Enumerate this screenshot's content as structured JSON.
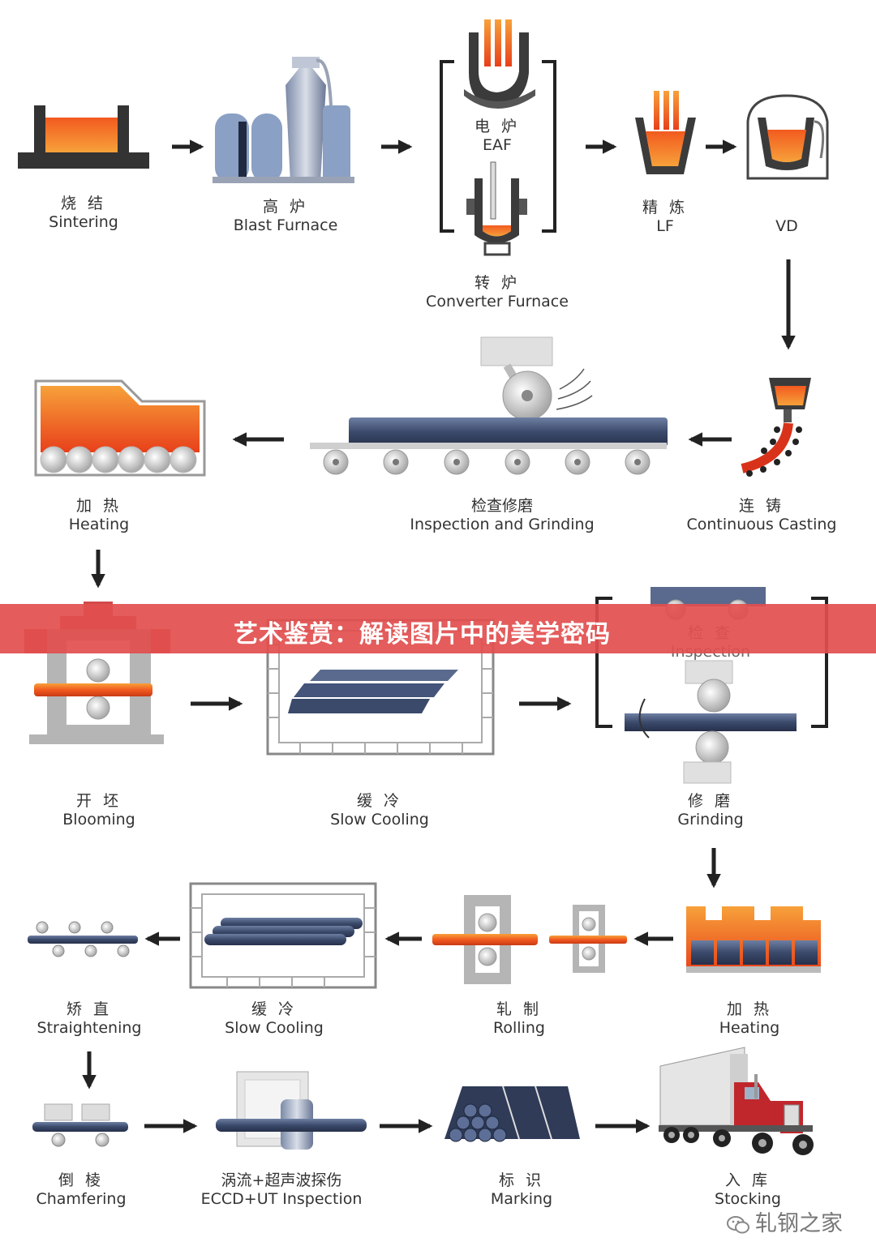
{
  "banner": {
    "title": "艺术鉴赏：解读图片中的美学密码"
  },
  "watermark": {
    "text": "轧钢之家"
  },
  "steps": {
    "sintering": {
      "cn": "烧 结",
      "en": "Sintering"
    },
    "blast_furnace": {
      "cn": "高 炉",
      "en": "Blast Furnace"
    },
    "eaf": {
      "cn": "电 炉",
      "en": "EAF"
    },
    "converter": {
      "cn": "转 炉",
      "en": "Converter Furnace"
    },
    "lf": {
      "cn": "精 炼",
      "en": "LF"
    },
    "vd": {
      "en": "VD"
    },
    "continuous_casting": {
      "cn": "连 铸",
      "en": "Continuous Casting"
    },
    "inspection_grinding": {
      "cn": "检查修磨",
      "en": "Inspection and Grinding"
    },
    "heating_1": {
      "cn": "加 热",
      "en": "Heating"
    },
    "blooming": {
      "cn": "开 坯",
      "en": "Blooming"
    },
    "slow_cooling_1": {
      "cn": "缓 冷",
      "en": "Slow Cooling"
    },
    "inspection": {
      "cn": "检 查",
      "en": "Inspection"
    },
    "grinding": {
      "cn": "修 磨",
      "en": "Grinding"
    },
    "heating_2": {
      "cn": "加 热",
      "en": "Heating"
    },
    "rolling": {
      "cn": "轧 制",
      "en": "Rolling"
    },
    "slow_cooling_2": {
      "cn": "缓 冷",
      "en": "Slow Cooling"
    },
    "straightening": {
      "cn": "矫 直",
      "en": "Straightening"
    },
    "chamfering": {
      "cn": "倒 棱",
      "en": "Chamfering"
    },
    "eccd_ut": {
      "cn": "涡流+超声波探伤",
      "en": "ECCD+UT Inspection"
    },
    "marking": {
      "cn": "标 识",
      "en": "Marking"
    },
    "stocking": {
      "cn": "入 库",
      "en": "Stocking"
    }
  },
  "colors": {
    "molten": "#f25a1f",
    "molten_light": "#f7a13a",
    "bar": "#3b4a6b",
    "frame": "#333333",
    "grey": "#b9b9b9",
    "banner": "#e24e4e"
  }
}
